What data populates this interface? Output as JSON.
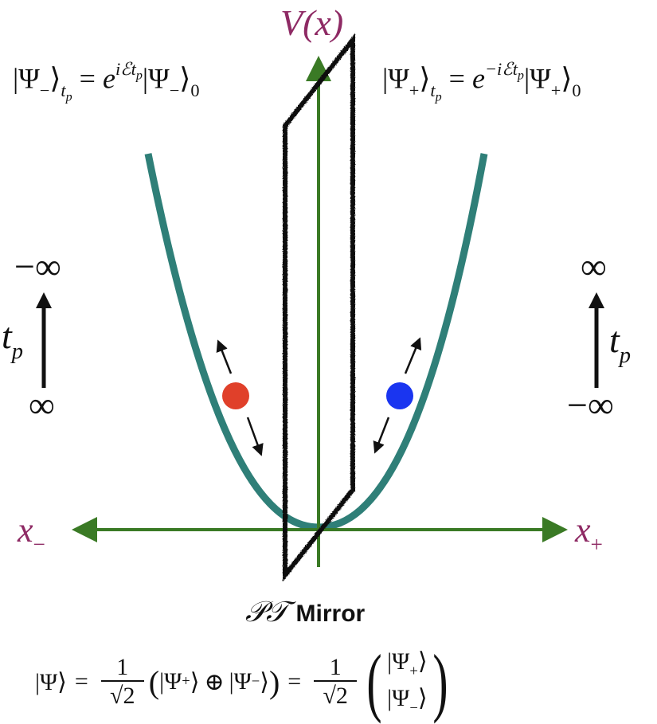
{
  "figure": {
    "y_axis_label": "V(x)",
    "x_axis_left_label": {
      "base": "x",
      "sub": "−"
    },
    "x_axis_right_label": {
      "base": "x",
      "sub": "+"
    },
    "mirror_label": {
      "symbol": "𝒫𝒯",
      "word": "Mirror"
    },
    "equation_left": {
      "lhs": "|Ψ",
      "lhs_sub": "−",
      "lhs_close": "⟩",
      "lhs_time_sub": "t",
      "lhs_time_subsub": "p",
      "equals": "=",
      "exp_base": "e",
      "exponent": "iℰt",
      "exponent_sub": "p",
      "rhs": "|Ψ",
      "rhs_sub": "−",
      "rhs_close": "⟩",
      "rhs_index": "0"
    },
    "equation_right": {
      "lhs": "|Ψ",
      "lhs_sub": "+",
      "lhs_close": "⟩",
      "lhs_time_sub": "t",
      "lhs_time_subsub": "p",
      "equals": "=",
      "exp_base": "e",
      "exponent": "−iℰt",
      "exponent_sub": "p",
      "rhs": "|Ψ",
      "rhs_sub": "+",
      "rhs_close": "⟩",
      "rhs_index": "0"
    },
    "time_arrow_left": {
      "top": "−∞",
      "bottom": "∞",
      "label": "t",
      "label_sub": "p"
    },
    "time_arrow_right": {
      "top": "∞",
      "bottom": "−∞",
      "label": "t",
      "label_sub": "p"
    },
    "particles": [
      {
        "side": "left",
        "color": "#e0402a"
      },
      {
        "side": "right",
        "color": "#1a35f0"
      }
    ],
    "colors": {
      "potential_curve": "#2f7f78",
      "axes": "#3a7a25",
      "label_accent": "#8e2a64",
      "mirror_outline": "#111111"
    },
    "bottom_equation": {
      "lhs": "|Ψ⟩",
      "equals": "=",
      "frac_num": "1",
      "frac_den": "√2",
      "sum_open": "(",
      "term1": "|Ψ",
      "term1_sub": "+",
      "term1_close": "⟩",
      "oplus": "⊕",
      "term2": "|Ψ",
      "term2_sub": "−",
      "term2_close": "⟩",
      "sum_close": ")",
      "equals2": "=",
      "vec_top": "|Ψ",
      "vec_top_sub": "+",
      "vec_top_close": "⟩",
      "vec_bottom": "|Ψ",
      "vec_bottom_sub": "−",
      "vec_bottom_close": "⟩",
      "vec_open": "(",
      "vec_close": ")"
    }
  }
}
